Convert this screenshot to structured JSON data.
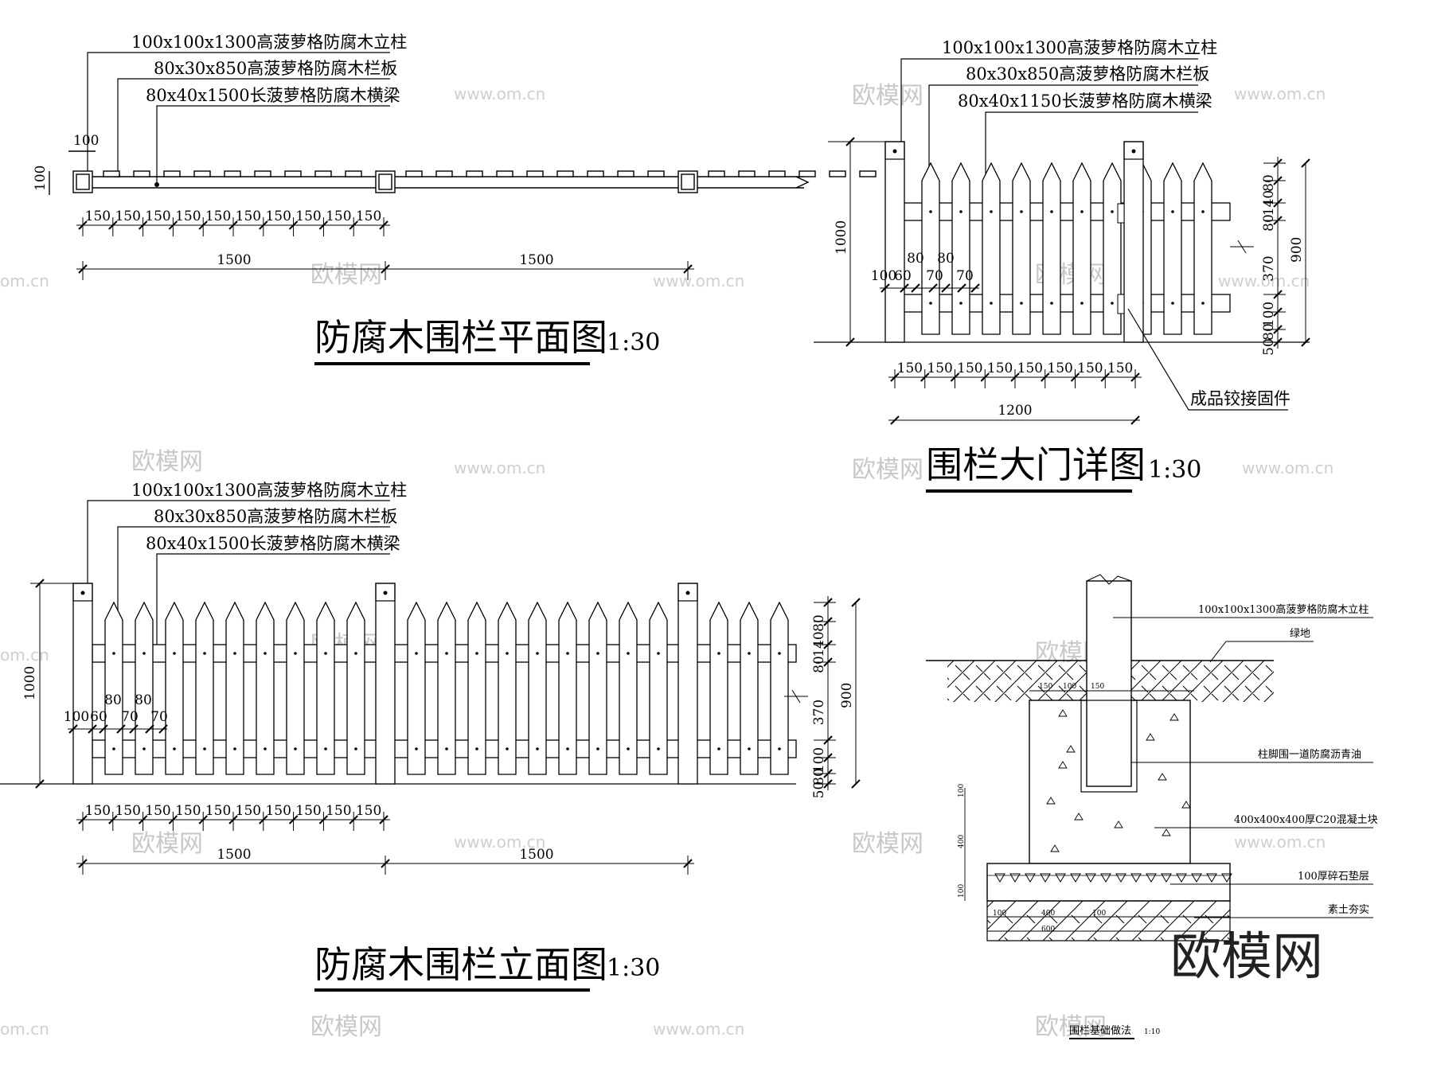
{
  "plan": {
    "title": "防腐木围栏平面图",
    "scale": "1:30",
    "labels": [
      "100x100x1300高菠萝格防腐木立柱",
      "80x30x850高菠萝格防腐木栏板",
      "80x40x1500长菠萝格防腐木横梁"
    ],
    "post_dim": "100",
    "spacing": [
      "150",
      "150",
      "150",
      "150",
      "150",
      "150",
      "150",
      "150",
      "150",
      "150"
    ],
    "spans": [
      "1500",
      "1500"
    ]
  },
  "gate": {
    "title": "围栏大门详图",
    "scale": "1:30",
    "labels": [
      "100x100x1300高菠萝格防腐木立柱",
      "80x30x850高菠萝格防腐木栏板",
      "80x40x1150长菠萝格防腐木横梁"
    ],
    "hinge_label": "成品铰接固件",
    "height": "1000",
    "vdims": [
      "80",
      "140",
      "80",
      "370",
      "100",
      "80",
      "50"
    ],
    "total": "900",
    "hdims": [
      "100",
      "60",
      "80",
      "70",
      "80",
      "70"
    ],
    "spacing": [
      "150",
      "150",
      "150",
      "150",
      "150",
      "150",
      "150",
      "150"
    ],
    "width": "1200"
  },
  "elevation": {
    "title": "防腐木围栏立面图",
    "scale": "1:30",
    "labels": [
      "100x100x1300高菠萝格防腐木立柱",
      "80x30x850高菠萝格防腐木栏板",
      "80x40x1500长菠萝格防腐木横梁"
    ],
    "height": "1000",
    "vdims": [
      "80",
      "140",
      "80",
      "370",
      "100",
      "80",
      "50"
    ],
    "total": "900",
    "hdims": [
      "100",
      "60",
      "80",
      "70",
      "80",
      "70"
    ],
    "spacing": [
      "150",
      "150",
      "150",
      "150",
      "150",
      "150",
      "150",
      "150",
      "150",
      "150"
    ],
    "spans": [
      "1500",
      "1500"
    ]
  },
  "foundation": {
    "title": "围栏基础做法",
    "scale": "1:10",
    "labels": [
      "100x100x1300高菠萝格防腐木立柱",
      "绿地",
      "柱脚围一道防腐沥青油",
      "400x400x400厚C20混凝土块",
      "100厚碎石垫层",
      "素土夯实"
    ],
    "top_dims": [
      "150",
      "100",
      "150"
    ],
    "bottom_dims": [
      "100",
      "400",
      "100"
    ],
    "base_width": "600",
    "side_dims": [
      "100",
      "400",
      "100"
    ]
  },
  "watermarks": {
    "brand": "欧模网",
    "site": "www.om.cn",
    "site_short": "om.cn"
  }
}
